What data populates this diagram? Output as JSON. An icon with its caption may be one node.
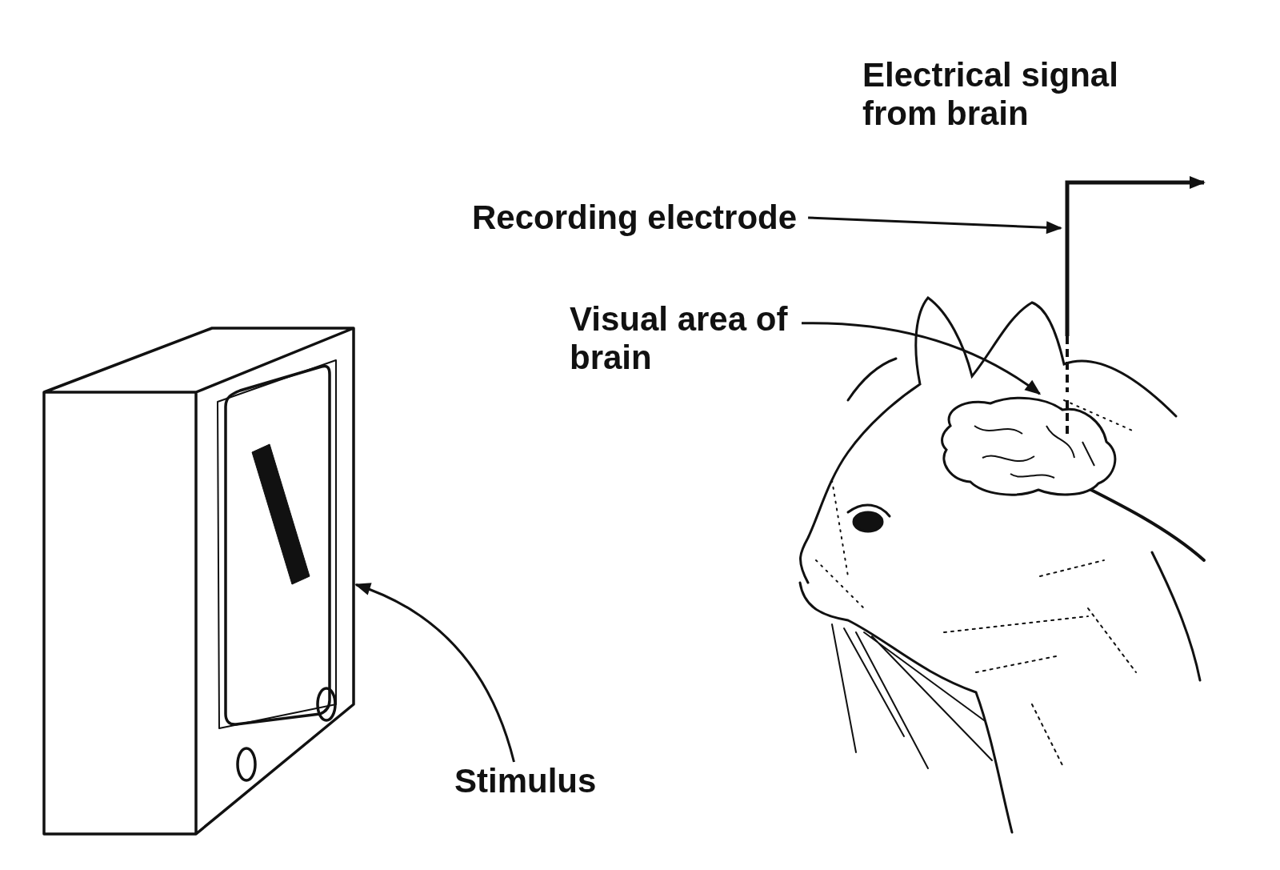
{
  "diagram": {
    "nodes": [
      {
        "text": [
          "Recording electrode"
        ]
      },
      {
        "text": [],
        "shape": "picture"
      },
      {
        "text": [
          "Visual area of brain"
        ]
      },
      {
        "text": [],
        "shape": "picture"
      },
      {
        "text": [
          "Stimulus"
        ]
      },
      {
        "text": [],
        "shape": "picture"
      }
    ],
    "edges": [
      {
        "from": 0,
        "to": 1,
        "arrow": "to"
      },
      {
        "from": 1,
        "to": null,
        "arrow": "to"
      },
      {
        "from": 2,
        "to": 3,
        "arrow": "to"
      },
      {
        "from": 4,
        "to": 5,
        "arrow": "to"
      }
    ],
    "labels": [
      "Electrical signal from brain"
    ]
  }
}
